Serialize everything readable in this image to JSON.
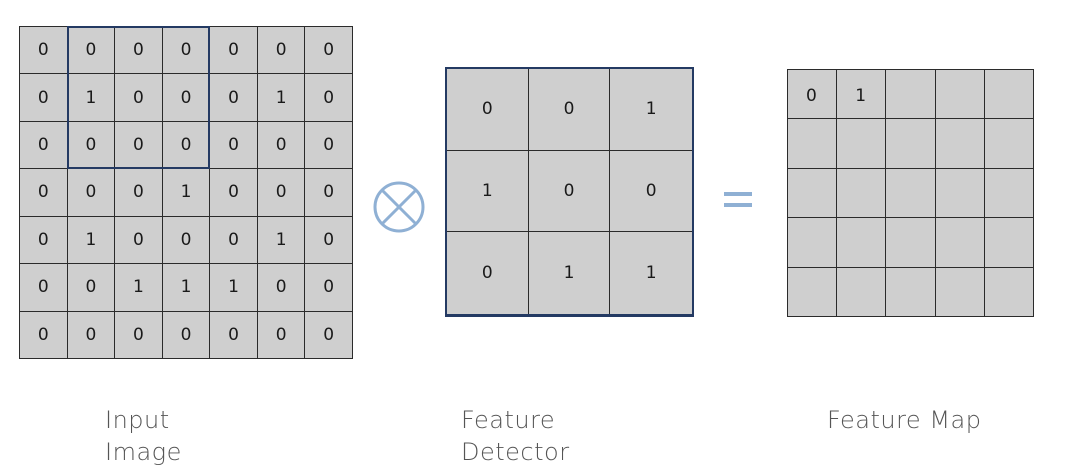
{
  "input_image": {
    "rows": [
      [
        "0",
        "0",
        "0",
        "0",
        "0",
        "0",
        "0"
      ],
      [
        "0",
        "1",
        "0",
        "0",
        "0",
        "1",
        "0"
      ],
      [
        "0",
        "0",
        "0",
        "0",
        "0",
        "0",
        "0"
      ],
      [
        "0",
        "0",
        "0",
        "1",
        "0",
        "0",
        "0"
      ],
      [
        "0",
        "1",
        "0",
        "0",
        "0",
        "1",
        "0"
      ],
      [
        "0",
        "0",
        "1",
        "1",
        "1",
        "0",
        "0"
      ],
      [
        "0",
        "0",
        "0",
        "0",
        "0",
        "0",
        "0"
      ]
    ],
    "caption_line1": "Input",
    "caption_line2": "Image"
  },
  "feature_detector": {
    "rows": [
      [
        "0",
        "0",
        "1"
      ],
      [
        "1",
        "0",
        "0"
      ],
      [
        "0",
        "1",
        "1"
      ]
    ],
    "caption_line1": "Feature",
    "caption_line2": "Detector"
  },
  "feature_map": {
    "rows": [
      [
        "0",
        "1",
        "",
        "",
        ""
      ],
      [
        "",
        "",
        "",
        "",
        ""
      ],
      [
        "",
        "",
        "",
        "",
        ""
      ],
      [
        "",
        "",
        "",
        "",
        ""
      ],
      [
        "",
        "",
        "",
        "",
        ""
      ]
    ],
    "caption": "Feature Map"
  },
  "operators": {
    "convolution_icon": "circled-times-icon",
    "equals_icon": "equals-icon"
  },
  "colors": {
    "cell_fill": "#cfcfcf",
    "highlight_border": "#243a63",
    "operator_color": "#8fb0d4"
  }
}
